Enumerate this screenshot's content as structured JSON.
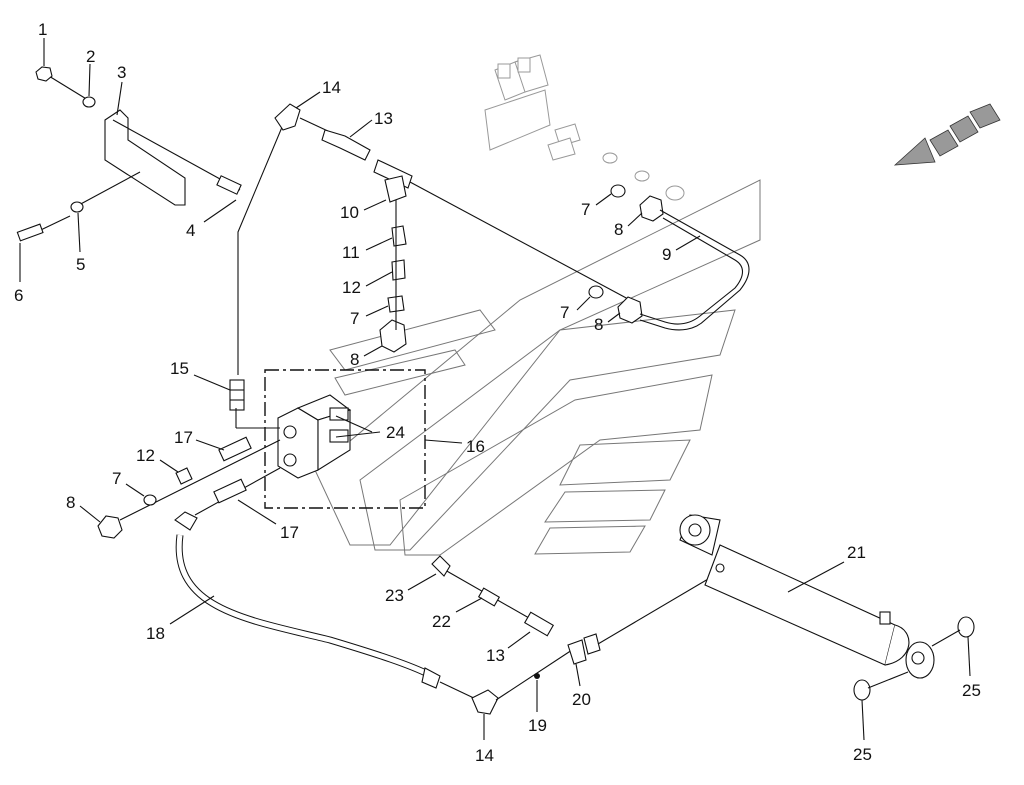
{
  "diagram": {
    "callouts": [
      {
        "id": "c1",
        "text": "1"
      },
      {
        "id": "c2",
        "text": "2"
      },
      {
        "id": "c3",
        "text": "3"
      },
      {
        "id": "c4",
        "text": "4"
      },
      {
        "id": "c5",
        "text": "5"
      },
      {
        "id": "c6",
        "text": "6"
      },
      {
        "id": "c14a",
        "text": "14"
      },
      {
        "id": "c13a",
        "text": "13"
      },
      {
        "id": "c10",
        "text": "10"
      },
      {
        "id": "c11",
        "text": "11"
      },
      {
        "id": "c12a",
        "text": "12"
      },
      {
        "id": "c7a",
        "text": "7"
      },
      {
        "id": "c8a",
        "text": "8"
      },
      {
        "id": "c7b",
        "text": "7"
      },
      {
        "id": "c8b",
        "text": "8"
      },
      {
        "id": "c9",
        "text": "9"
      },
      {
        "id": "c7c",
        "text": "7"
      },
      {
        "id": "c8c",
        "text": "8"
      },
      {
        "id": "c15",
        "text": "15"
      },
      {
        "id": "c24",
        "text": "24"
      },
      {
        "id": "c16",
        "text": "16"
      },
      {
        "id": "c17a",
        "text": "17"
      },
      {
        "id": "c12b",
        "text": "12"
      },
      {
        "id": "c7d",
        "text": "7"
      },
      {
        "id": "c8d",
        "text": "8"
      },
      {
        "id": "c17b",
        "text": "17"
      },
      {
        "id": "c18",
        "text": "18"
      },
      {
        "id": "c23",
        "text": "23"
      },
      {
        "id": "c22",
        "text": "22"
      },
      {
        "id": "c13b",
        "text": "13"
      },
      {
        "id": "c20",
        "text": "20"
      },
      {
        "id": "c19",
        "text": "19"
      },
      {
        "id": "c14b",
        "text": "14"
      },
      {
        "id": "c21",
        "text": "21"
      },
      {
        "id": "c25a",
        "text": "25"
      },
      {
        "id": "c25b",
        "text": "25"
      }
    ]
  }
}
